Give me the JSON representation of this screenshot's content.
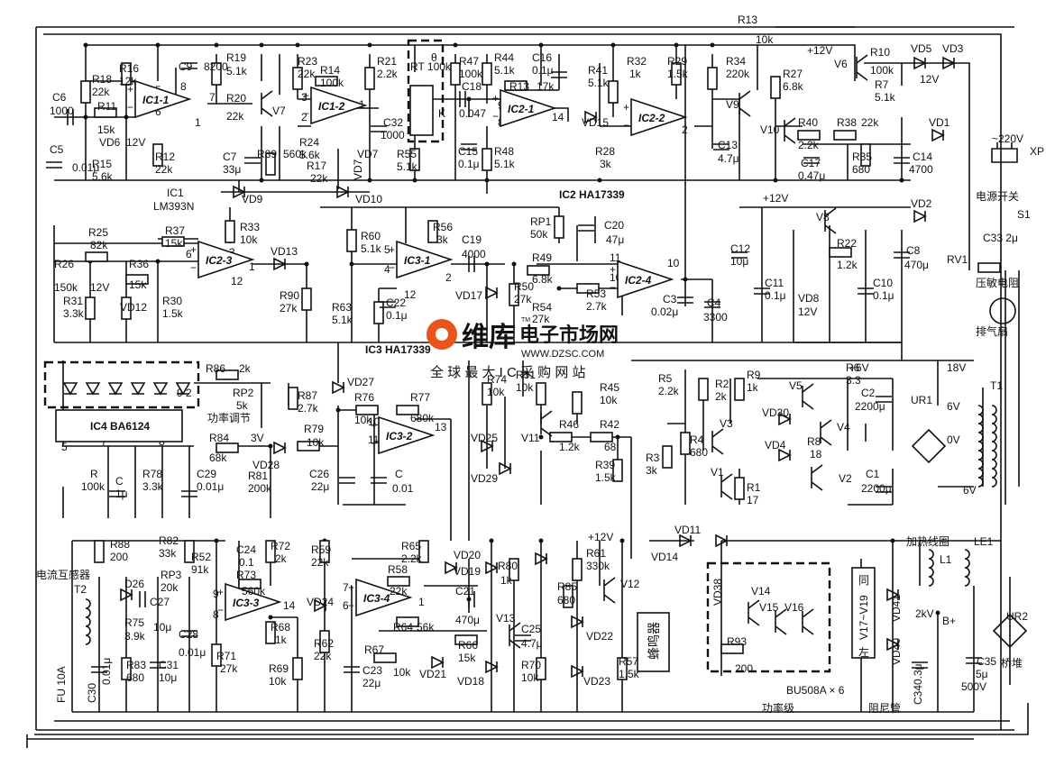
{
  "ics": [
    {
      "name": "IC1-1"
    },
    {
      "name": "IC1-2"
    },
    {
      "name": "IC2-1"
    },
    {
      "name": "IC2-2"
    },
    {
      "name": "IC2-3"
    },
    {
      "name": "IC3-1"
    },
    {
      "name": "IC2-4"
    },
    {
      "name": "IC3-2"
    },
    {
      "name": "IC3-3"
    },
    {
      "name": "IC3-4"
    }
  ],
  "ic_titles": {
    "ic1": "IC1",
    "ic1_part": "LM393N",
    "ic2": "IC2  HA17339",
    "ic3": "IC3  HA17339",
    "ic4": "IC4  BA6124"
  },
  "supply": {
    "v12a": "+12V",
    "v12b": "+12V",
    "v12c": "+12V",
    "v6": "+6V",
    "mains": "~220V",
    "xp": "XP"
  },
  "components": {
    "R13": "R13",
    "R13v": "10k",
    "R10": "R10",
    "R10v": "100k",
    "R7": "R7",
    "R7v": "5.1k",
    "V6": "V6",
    "VD5": "VD5",
    "VD3": "VD3",
    "v12z": "12V",
    "C6": "C6",
    "C6v": "1000",
    "R18": "R18",
    "R18v": "22k",
    "R16": "R16",
    "R16v": "12k",
    "C9": "C9",
    "C9v": "8200",
    "R19": "R19",
    "R19v": "5.1k",
    "R20": "R20",
    "R20v": "22k",
    "R11": "R11",
    "R11v": "15k",
    "VD6": "VD6",
    "VD6v": "12V",
    "R12": "R12",
    "R12v": "22k",
    "C5": "C5",
    "C5v": "0.01μ",
    "R15": "R15",
    "R15v": "5.6k",
    "R23": "R23",
    "R23v": "22k",
    "R14": "R14",
    "R14v": "100k",
    "R21": "R21",
    "R21v": "2.2k",
    "V7": "V7",
    "C7": "C7",
    "C7v": "33μ",
    "R89": "R89",
    "R89v": "560k",
    "R24": "R24",
    "R24v": "5.6k",
    "R17": "R17",
    "R17v": "22k",
    "VD7": "VD7",
    "C32": "C32",
    "C32v": "1000",
    "RT": "RT 100k",
    "theta": "θ",
    "K": "K",
    "R55": "R55",
    "R55v": "5.1k",
    "R47": "R47",
    "R47v": "100k",
    "C18": "C18",
    "C18v": "0.047",
    "C15": "C15",
    "C15v": "0.1μ",
    "R44": "R44",
    "R44v": "5.1k",
    "C16": "C16",
    "C16v": "0.1μ",
    "R13b": "R13",
    "R13bv": "17k",
    "R48": "R48",
    "R48v": "5.1k",
    "R41": "R41",
    "R41v": "5.1k",
    "R32": "R32",
    "R32v": "1k",
    "VD15": "VD15",
    "R28": "R28",
    "R28v": "3k",
    "R29": "R29",
    "R29v": "1.5k",
    "R34": "R34",
    "R34v": "220k",
    "V9": "V9",
    "C13": "C13",
    "C13v": "4.7μ",
    "R27": "R27",
    "R27v": "6.8k",
    "V10": "V10",
    "R40": "R40",
    "R40v": "2.2k",
    "R38": "R38",
    "R38v": "22k",
    "R35": "R35",
    "R35v": "680",
    "C17": "C17",
    "C17v": "0.47μ",
    "C14": "C14",
    "C14v": "4700",
    "VD1": "VD1",
    "VD9": "VD9",
    "VD10": "VD10",
    "R25": "R25",
    "R25v": "82k",
    "R37": "R37",
    "R37v": "15k",
    "R33": "R33",
    "R33v": "10k",
    "VD13": "VD13",
    "R26": "R26",
    "R26v": "150k",
    "R36": "R36",
    "R36v": "15k",
    "R31": "R31",
    "R31v": "3.3k",
    "VD12": "VD12",
    "VD12v": "12V",
    "R30": "R30",
    "R30v": "1.5k",
    "R90": "R90",
    "R90v": "27k",
    "R60": "R60",
    "R60v": "5.1k",
    "R63": "R63",
    "R63v": "5.1k",
    "C22": "C22",
    "C22v": "0.1μ",
    "R56": "R56",
    "R56v": "3k",
    "C19": "C19",
    "C19v": "4000",
    "VD17": "VD17",
    "R50": "R50",
    "R50v": "27k",
    "R49": "R49",
    "R49v": "6.8k",
    "RP1": "RP1",
    "RP1v": "50k",
    "C20": "C20",
    "C20v": "47μ",
    "R53": "R53",
    "R53v": "2.7k",
    "R54": "R54",
    "R54v": "27k",
    "C3": "C3",
    "C3v": "0.02μ",
    "C4": "C4",
    "C4v": "3300",
    "C12": "C12",
    "C12v": "10μ",
    "C11": "C11",
    "C11v": "0.1μ",
    "V8": "V8",
    "VD8": "VD8",
    "VD8v": "12V",
    "R22": "R22",
    "R22v": "1.2k",
    "C10": "C10",
    "C10v": "0.1μ",
    "C8": "C8",
    "C8v": "470μ",
    "VD2": "VD2",
    "S1": "S1",
    "S1label": "电源开关",
    "C33": "C33 2μ",
    "RV1": "RV1",
    "varistor": "压敏电阻",
    "fan": "排气扇",
    "R86": "R86",
    "R86v": "2k",
    "RP2": "RP2",
    "RP2v": "5k",
    "R87": "R87",
    "R87v": "2.7k",
    "power_adj": "功率调节",
    "R84": "R84",
    "R84v": "68k",
    "v3": "3V",
    "VD28": "VD28",
    "R81": "R81",
    "R81v": "200k",
    "R79": "R79",
    "R79v": "10k",
    "VD27": "VD27",
    "R76": "R76",
    "R76v": "10k",
    "R77": "R77",
    "R77v": "680k",
    "C26": "C26",
    "C26v": "22μ",
    "C": "C",
    "Cv": "0.01",
    "R": "R",
    "Rv": "100k",
    "C1": "C",
    "C1v": "1μ",
    "R78": "R78",
    "R78v": "3.3k",
    "C29": "C29",
    "C29v": "0.01μ",
    "R74": "R74",
    "R74v": "10k",
    "R51": "R51",
    "R51v": "10k",
    "R45": "R45",
    "R45v": "10k",
    "VD25": "VD25",
    "VD29": "VD29",
    "V11": "V11",
    "R46": "R46",
    "R46v": "1.2k",
    "R42": "R42",
    "R42v": "68",
    "R39": "R39",
    "R39v": "1.5k",
    "R5": "R5",
    "R5v": "2.2k",
    "R2": "R2",
    "R2v": "2k",
    "R9": "R9",
    "R9v": "1k",
    "V5": "V5",
    "R6": "R6",
    "R6v": "3.3",
    "VD30": "VD30",
    "V3": "V3",
    "V4": "V4",
    "VD4": "VD4",
    "R8": "R8",
    "R8v": "18",
    "R4": "R4",
    "R4v": "680",
    "R3": "R3",
    "R3v": "3k",
    "V1": "V1",
    "R1": "R1",
    "R1v": "17",
    "V2": "V2",
    "C2": "C2",
    "C2v": "2200μ",
    "C1b": "C1",
    "C1bv": "2200μ",
    "UR1": "UR1",
    "T1": "T1",
    "v18": "18V",
    "v6a": "6V",
    "v0": "0V",
    "v6b": "6V",
    "R88": "R88",
    "R88v": "200",
    "R82": "R82",
    "R82v": "33k",
    "R52": "R52",
    "R52v": "91k",
    "C24": "C24",
    "C24v": "0.1",
    "R72": "R72",
    "R72v": "2k",
    "R73": "R73",
    "R73v": "560k",
    "R59": "R59",
    "R59v": "22k",
    "R65": "R65",
    "R65v": "2.2k",
    "R58": "R58",
    "R58v": "22k",
    "VD20": "VD20",
    "VD19": "VD19",
    "R80": "R80",
    "R80v": "1k",
    "R61": "R61",
    "R61v": "330k",
    "R85": "R85",
    "R85v": "680",
    "V12": "V12",
    "buzzer": "蜂鸣器",
    "ct": "电流互感器",
    "T2": "T2",
    "D26": "D26",
    "RP3": "RP3",
    "RP3v": "20k",
    "C27": "C27",
    "C27v": "10μ",
    "C28": "C28",
    "C28v": "0.01μ",
    "R75": "R75",
    "R75v": "3.9k",
    "R83": "R83",
    "R83v": "680",
    "C31": "C31",
    "C31v": "10μ",
    "C30": "C30",
    "C30v": "0.01μ",
    "fuse": "FU 10A",
    "R71": "R71",
    "R71v": "27k",
    "R68": "R68",
    "R68v": "1k",
    "R69": "R69",
    "R69v": "10k",
    "VD24": "VD24",
    "R62": "R62",
    "R62v": "22k",
    "C23": "C23",
    "C23v": "22μ",
    "R64": "R64",
    "R64v": "56k",
    "R67": "R67",
    "R67v": "10k",
    "VD21": "VD21",
    "R66": "R66",
    "R66v": "15k",
    "C21": "C21",
    "C21v": "470μ",
    "V13": "V13",
    "C25": "C25",
    "C25v": "4.7μ",
    "VD22": "VD22",
    "VD18": "VD18",
    "R70": "R70",
    "R70v": "10k",
    "VD23": "VD23",
    "R57": "R57",
    "R57v": "1.5k",
    "VD14": "VD14",
    "VD11": "VD11",
    "VD38": "VD38",
    "V14": "V14",
    "V15": "V15",
    "V16": "V16",
    "R93": "R93",
    "R93v": "200",
    "V17": "V17~V19",
    "same": "同",
    "left": "左",
    "bu508": "BU508A × 6",
    "power_stage": "功率级",
    "damper": "阻尼管",
    "coil": "加热线圈",
    "L1": "L1",
    "LE1": "LE1",
    "VD41": "VD41",
    "v2k": "2kV",
    "VD40": "VD40",
    "Bp": "B+",
    "C34": "C34",
    "C34v": "0.3μ",
    "C35": "C35",
    "C35v": "5μ",
    "C35u": "500V",
    "UR2": "UR2",
    "bridge": "桥堆"
  },
  "watermark": {
    "brand": "维库",
    "title": "电子市场网",
    "url": "WWW.DZSC.COM",
    "slogan": "全 球 最 大 I C 采 购 网 站",
    "tm": "TM"
  },
  "colors": {
    "ink": "#111111",
    "watermark": "#e8541c"
  }
}
